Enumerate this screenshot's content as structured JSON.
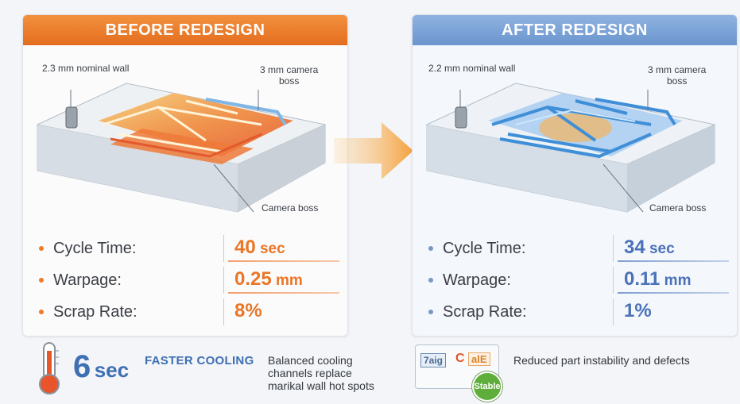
{
  "before": {
    "title": "BEFORE REDESIGN",
    "callout_wall": "2.3 mm nominal wall",
    "callout_camera_top": "3 mm camera\nboss",
    "callout_camera_bottom": "Camera boss",
    "metrics": [
      {
        "label": "Cycle Time:",
        "value": "40",
        "unit": " sec"
      },
      {
        "label": "Warpage:",
        "value": "0.25",
        "unit": " mm"
      },
      {
        "label": "Scrap Rate:",
        "value": "8%",
        "unit": ""
      }
    ]
  },
  "after": {
    "title": "AFTER REDESIGN",
    "callout_wall": "2.2 mm nominal wall",
    "callout_camera_top": "3 mm camera\nboss",
    "callout_camera_bottom": "Camera boss",
    "metrics": [
      {
        "label": "Cycle Time:",
        "value": "34",
        "unit": " sec"
      },
      {
        "label": "Warpage:",
        "value": "0.11",
        "unit": " mm"
      },
      {
        "label": "Scrap Rate:",
        "value": "1%",
        "unit": ""
      }
    ]
  },
  "footer": {
    "cooling_number": "6",
    "cooling_unit": "sec",
    "cooling_label": "FASTER COOLING",
    "cooling_desc": "Balanced cooling\nchannels replace\nmarikal wall hot spots",
    "badge_left": "7aig",
    "badge_mid": "C",
    "badge_right": "alE",
    "stable_label": "Stable",
    "stability_desc": "Reduced part instability and defects"
  },
  "colors": {
    "before_accent": "#ea7626",
    "after_accent": "#4a72b8",
    "arrow": "#f4a13c"
  },
  "icons": [
    "thermometer-icon",
    "arrow-right-icon",
    "stable-badge-icon"
  ]
}
